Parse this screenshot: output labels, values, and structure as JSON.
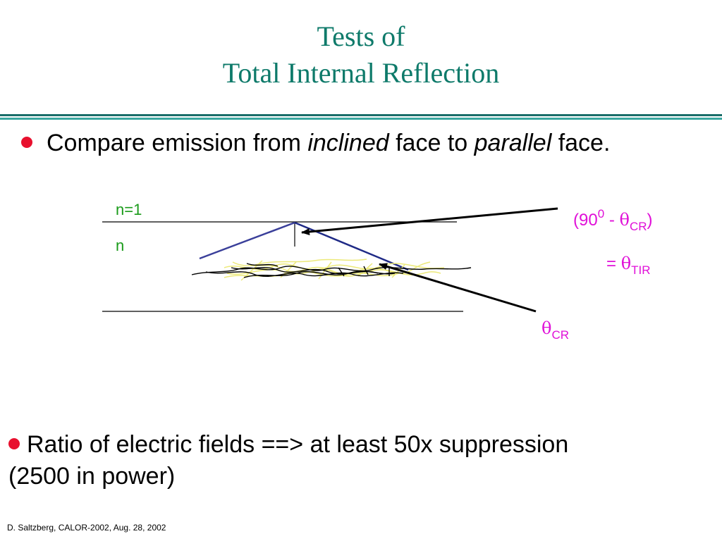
{
  "slide": {
    "title_line1": "Tests of",
    "title_line2": "Total Internal Reflection",
    "bullet1": {
      "text_a": "Compare emission from ",
      "text_b": "inclined",
      "text_c": " face to ",
      "text_d": "parallel",
      "text_e": " face."
    },
    "bullet2": {
      "line1": "Ratio of electric fields ==>  at least 50x  suppression",
      "line2": "(2500 in power)"
    },
    "footer": "D. Saltzberg, CALOR-2002, Aug. 28, 2002"
  },
  "diagram": {
    "label_n1": "n=1",
    "label_n": "n",
    "label_angle_open": "(90",
    "label_angle_sup": "0",
    "label_angle_minus": " - ",
    "label_theta": "θ",
    "label_cr": "CR",
    "label_angle_close": ")",
    "label_eq": "= ",
    "label_tir": "TIR",
    "colors": {
      "title": "#0e7a6a",
      "bullet": "#e8102e",
      "green_label": "#1a9b1a",
      "magenta_label": "#e010d8",
      "ray": "#1f2a86",
      "shower_yellow": "#ece97a"
    }
  }
}
